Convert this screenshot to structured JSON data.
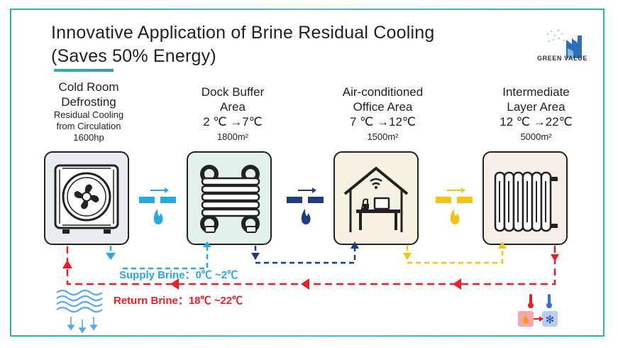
{
  "title": {
    "line1": "Innovative Application of Brine Residual Cooling",
    "line2": "(Saves 50% Energy)"
  },
  "logo": {
    "text": "GREEN VALUE",
    "icon": "factory-icon"
  },
  "stages": [
    {
      "name_line1": "Cold Room",
      "name_line2": "Defrosting",
      "detail1": "Residual Cooling",
      "detail2": "from Circulation",
      "detail3": "1600hp",
      "icon": "condenser-fan-icon",
      "card_color": "#e9edf2"
    },
    {
      "name_line1": "Dock Buffer",
      "name_line2": "Area",
      "temp": "2 ℃ →7℃",
      "area": "1800m²",
      "icon": "cooling-coil-icon",
      "card_color": "#e3f1ec"
    },
    {
      "name_line1": "Air-conditioned",
      "name_line2": "Office Area",
      "temp": "7 ℃ →12℃",
      "area": "1500m²",
      "icon": "office-house-icon",
      "card_color": "#f7f1e3"
    },
    {
      "name_line1": "Intermediate",
      "name_line2": "Layer Area",
      "temp": "12 ℃ →22℃",
      "area": "5000m²",
      "icon": "radiator-icon",
      "card_color": "#f6efe9"
    }
  ],
  "supply_label": "Supply Brine：0℃ ~2℃",
  "return_label": "Return Brine：18℃ ~22℃",
  "colors": {
    "supply": "#29a8e0",
    "dark_blue": "#1f3e7a",
    "yellow": "#f2c318",
    "return": "#e5202a",
    "accent": "#2bb5a8"
  }
}
